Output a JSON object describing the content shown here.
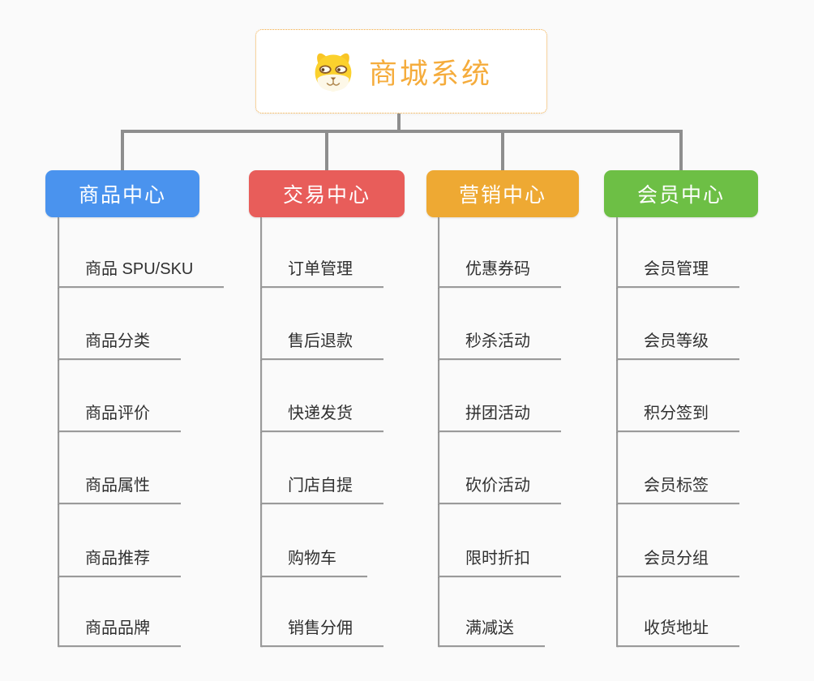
{
  "canvas": {
    "background": "#fafafa",
    "connector_color": "#8e8e8e"
  },
  "root": {
    "title": "商城系统",
    "icon": "doge-icon",
    "title_color": "#f5ac3c",
    "border_color": "#f2a93f"
  },
  "branches": [
    {
      "label": "商品中心",
      "color": "#4a93ee",
      "items": [
        "商品 SPU/SKU",
        "商品分类",
        "商品评价",
        "商品属性",
        "商品推荐",
        "商品品牌"
      ]
    },
    {
      "label": "交易中心",
      "color": "#e85d5a",
      "items": [
        "订单管理",
        "售后退款",
        "快递发货",
        "门店自提",
        "购物车",
        "销售分佣"
      ]
    },
    {
      "label": "营销中心",
      "color": "#eea933",
      "items": [
        "优惠券码",
        "秒杀活动",
        "拼团活动",
        "砍价活动",
        "限时折扣",
        "满减送"
      ]
    },
    {
      "label": "会员中心",
      "color": "#6dbf45",
      "items": [
        "会员管理",
        "会员等级",
        "积分签到",
        "会员标签",
        "会员分组",
        "收货地址"
      ]
    }
  ]
}
